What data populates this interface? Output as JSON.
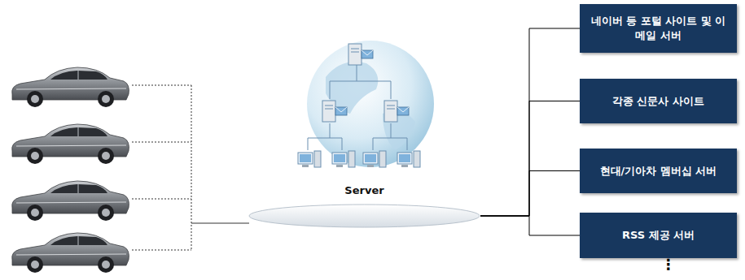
{
  "diagram": {
    "nodes": [
      {
        "text": [
          "Server"
        ]
      },
      {
        "text": [
          "네이버 등 포털 사이트 및 이메일 서버"
        ]
      },
      {
        "text": [
          "각종 신문사 사이트"
        ]
      },
      {
        "text": [
          "현대/기아차 멤버십 서버"
        ]
      },
      {
        "text": [
          "RSS 제공 서버"
        ]
      }
    ],
    "edges": [
      {
        "from": 0,
        "to": 1,
        "arrow": "none"
      },
      {
        "from": 0,
        "to": 2,
        "arrow": "none"
      },
      {
        "from": 0,
        "to": 3,
        "arrow": "none"
      },
      {
        "from": 0,
        "to": 4,
        "arrow": "none"
      }
    ],
    "labels": [
      "⋮"
    ]
  }
}
